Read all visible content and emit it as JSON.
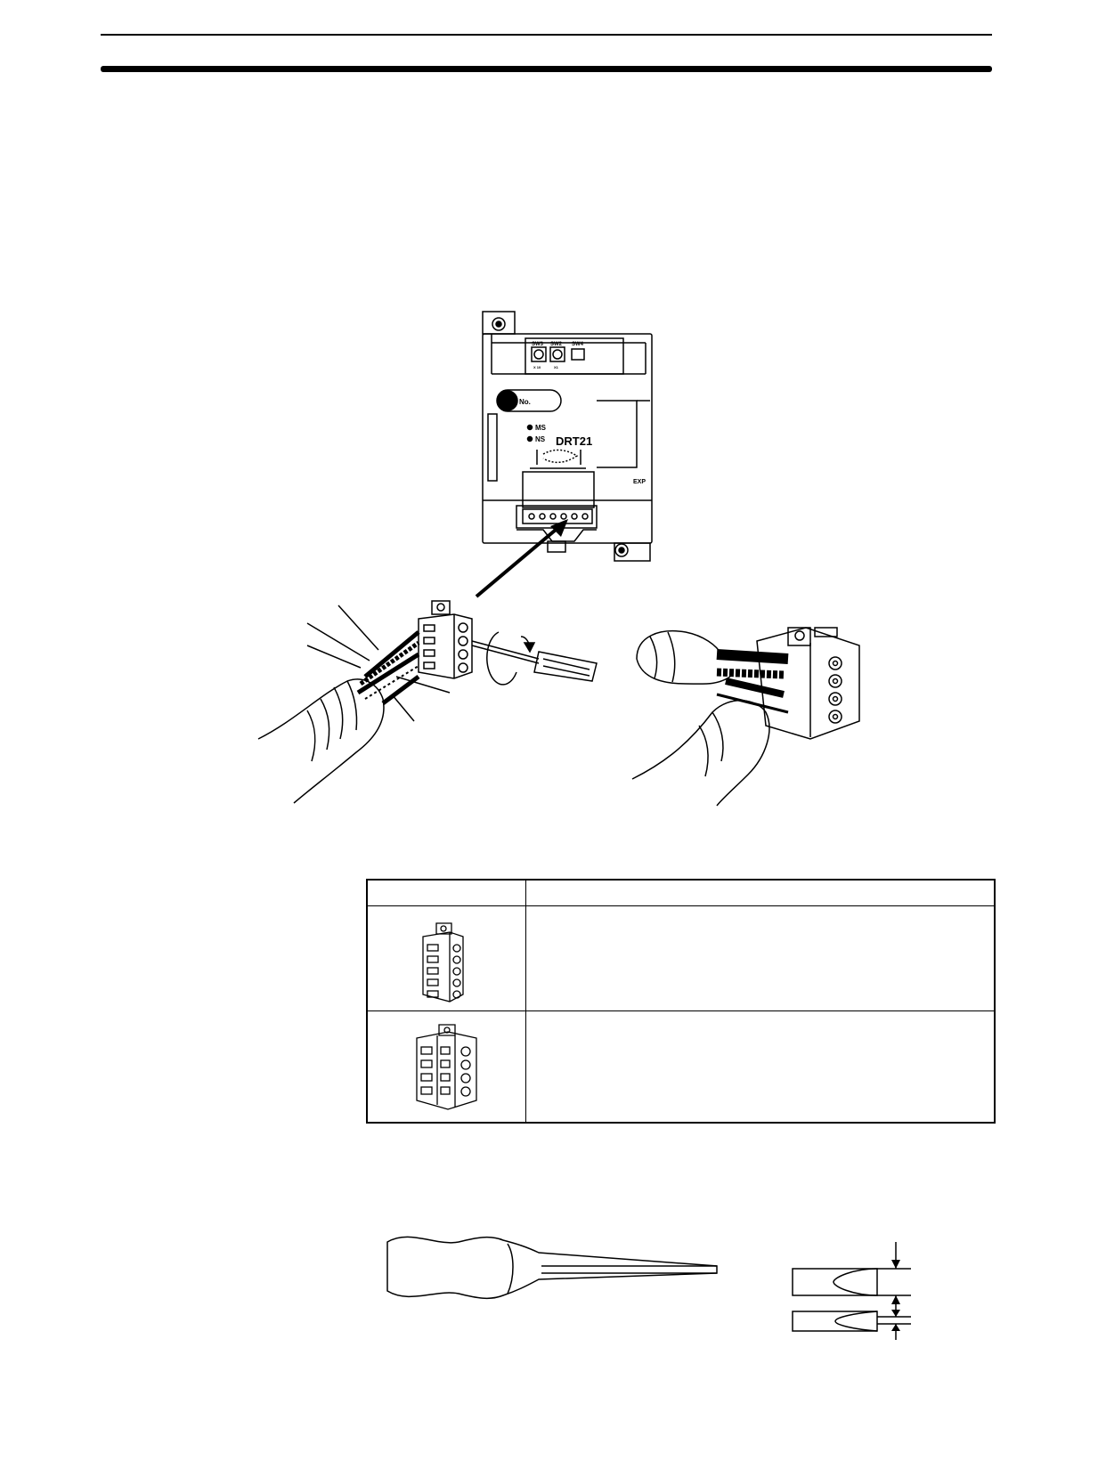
{
  "device": {
    "model_label": "DRT21",
    "led_ms": "MS",
    "led_ns": "NS",
    "port_label": "EXP",
    "plate_label": "No.",
    "switch_labels": [
      "SW3",
      "SW2",
      "SW4"
    ],
    "switch_sublabels": [
      "X 10",
      "X1"
    ]
  },
  "table": {
    "rows": 2
  }
}
